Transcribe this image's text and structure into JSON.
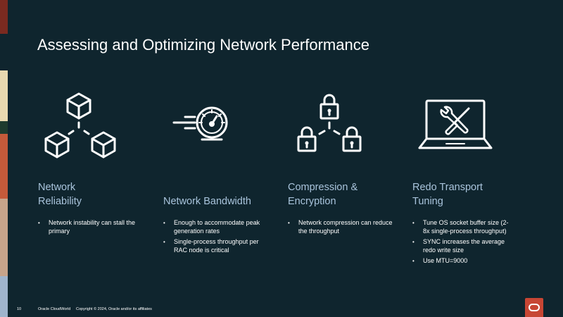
{
  "slide": {
    "title": "Assessing and Optimizing Network Performance"
  },
  "columns": [
    {
      "icon": "network-cubes-icon",
      "title_lines": [
        "Network",
        "Reliability"
      ],
      "bullets": [
        "Network instability can stall the primary"
      ]
    },
    {
      "icon": "speedometer-icon",
      "title_lines": [
        "Network Bandwidth"
      ],
      "bullets": [
        "Enough to accommodate peak generation rates",
        "Single-process throughput per RAC node is critical"
      ]
    },
    {
      "icon": "network-locks-icon",
      "title_lines": [
        "Compression &",
        "Encryption"
      ],
      "bullets": [
        "Network compression can reduce the throughput"
      ]
    },
    {
      "icon": "laptop-tools-icon",
      "title_lines": [
        "Redo Transport",
        "Tuning"
      ],
      "bullets": [
        "Tune OS socket buffer size (2-8x single-process throughput)",
        "SYNC increases the average redo write size",
        "Use MTU=9000"
      ]
    }
  ],
  "footer": {
    "page_number": "10",
    "event": "Oracle CloudWorld",
    "copyright": "Copyright © 2024, Oracle and/or its affiliates"
  },
  "colors": {
    "background": "#0f252e",
    "heading_blue": "#a9c4dc",
    "oracle_red": "#c74634"
  }
}
